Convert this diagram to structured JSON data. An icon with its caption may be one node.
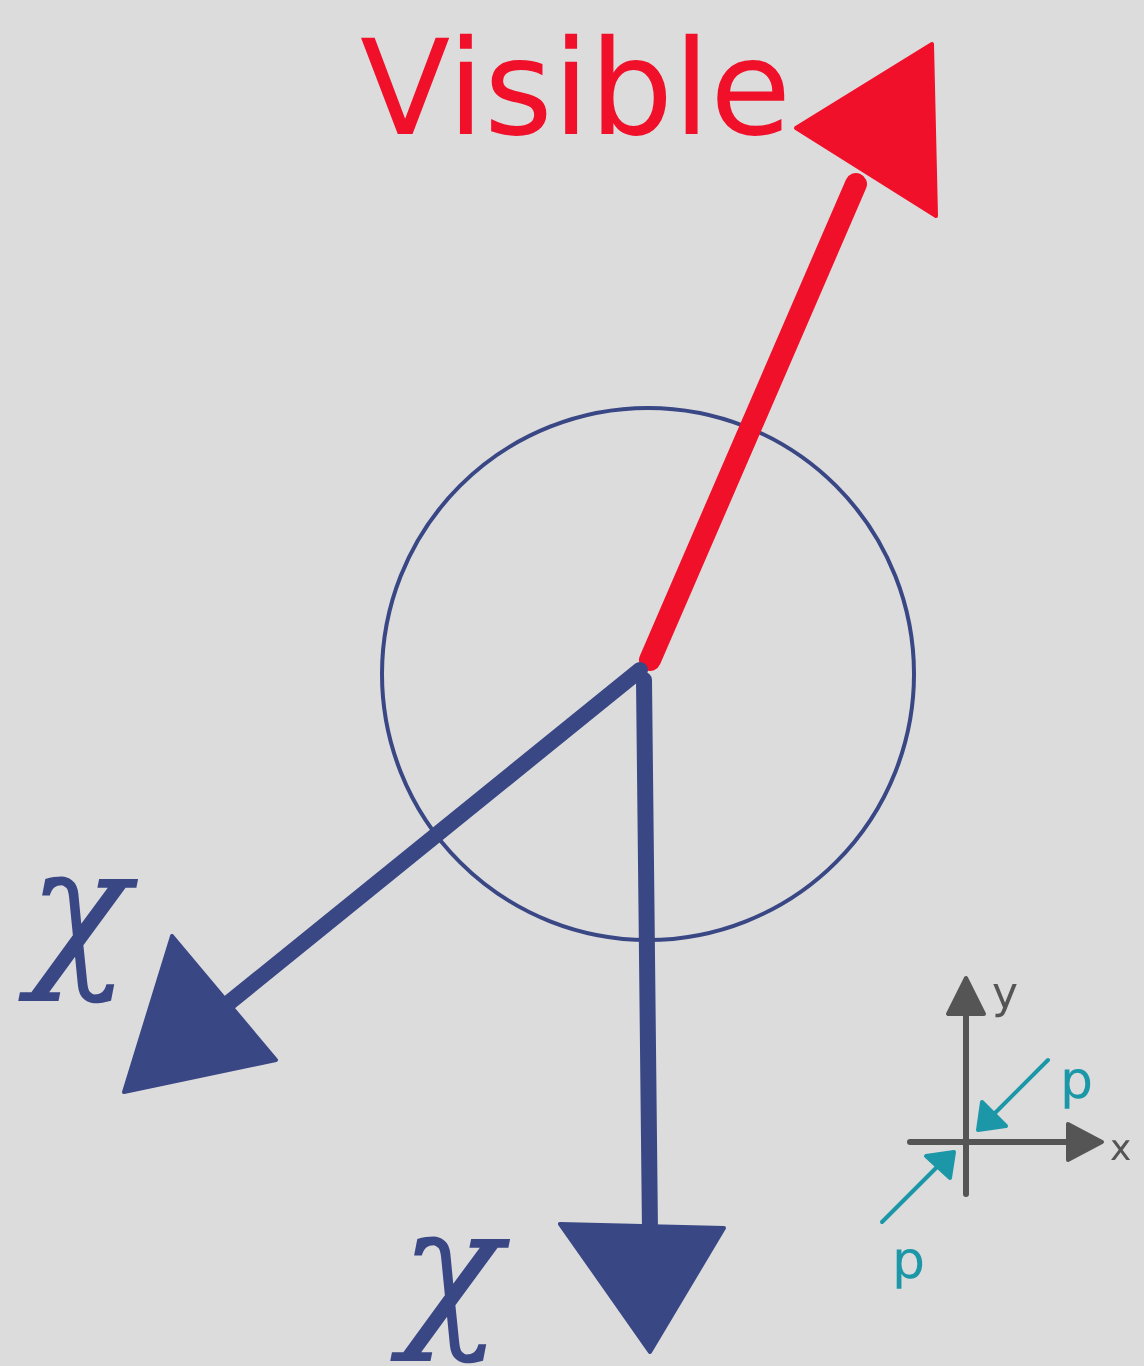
{
  "diagram": {
    "nodes": [
      {
        "text": [],
        "shape": "circle"
      }
    ],
    "labels": [
      "Visible",
      "χ",
      "χ",
      "y",
      "x",
      "p",
      "p"
    ]
  }
}
